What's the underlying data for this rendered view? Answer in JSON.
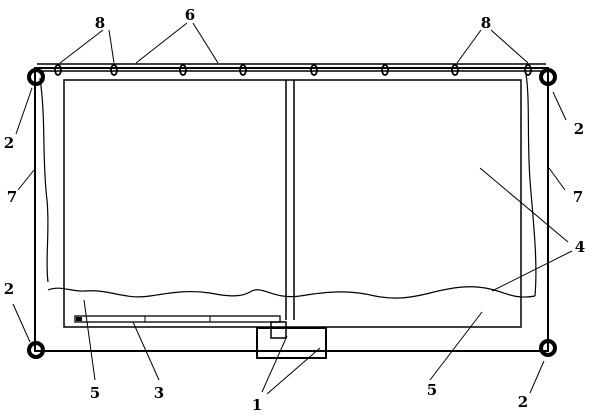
{
  "figure": {
    "labels": {
      "part_1": "1",
      "part_2": "2",
      "part_3": "3",
      "part_4": "4",
      "part_5": "5",
      "part_6": "6",
      "part_7": "7",
      "part_8": "8"
    }
  }
}
